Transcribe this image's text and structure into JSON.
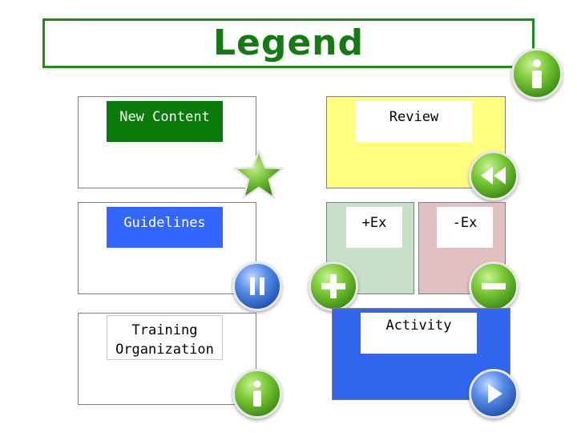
{
  "legend": {
    "title": "Legend"
  },
  "items": [
    {
      "key": "new_content",
      "label": "New Content",
      "swatch_color": "#0a7a0a",
      "text_color": "#ffffff",
      "card_color": "#ffffff",
      "icon": "star-icon"
    },
    {
      "key": "review",
      "label": "Review",
      "swatch_color": "#ffffff",
      "text_color": "#000000",
      "card_color": "#ffff80",
      "icon": "rewind-icon"
    },
    {
      "key": "guidelines",
      "label": "Guidelines",
      "swatch_color": "#3366ff",
      "text_color": "#ffffff",
      "card_color": "#ffffff",
      "icon": "pause-icon"
    },
    {
      "key": "plus_ex",
      "label": "+Ex",
      "swatch_color": "#ffffff",
      "text_color": "#000000",
      "card_color": "#c8e0c8",
      "icon": "plus-icon"
    },
    {
      "key": "minus_ex",
      "label": "-Ex",
      "swatch_color": "#ffffff",
      "text_color": "#000000",
      "card_color": "#e0c0c0",
      "icon": "minus-icon"
    },
    {
      "key": "training_org",
      "label": "Training\nOrganization",
      "swatch_color": "#ffffff",
      "text_color": "#000000",
      "card_color": "#ffffff",
      "icon": "info-icon"
    },
    {
      "key": "activity",
      "label": "Activity",
      "swatch_color": "#ffffff",
      "text_color": "#000000",
      "card_color": "#3366ee",
      "icon": "play-icon"
    }
  ],
  "colors": {
    "legend_border": "#1f8a1f",
    "legend_title": "#157a15",
    "icon_green": "#4a9a1a",
    "icon_blue": "#2a5fc8"
  }
}
